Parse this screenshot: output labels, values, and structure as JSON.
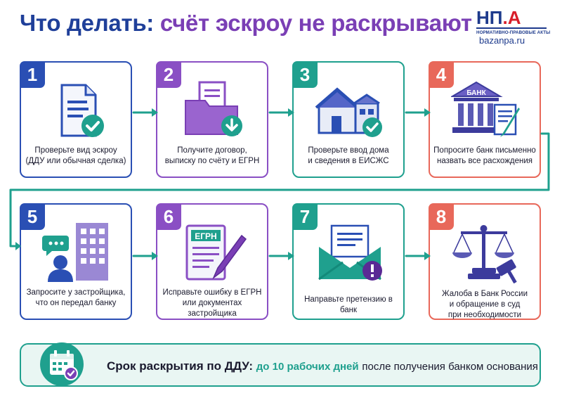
{
  "header": {
    "title_part1": "Что делать:",
    "title_part2": "счёт эскроу не раскрывают"
  },
  "logo": {
    "letters": [
      "Н",
      "П",
      "А"
    ],
    "subtitle": "НОРМАТИВНО-ПРАВОВЫЕ АКТЫ",
    "url": "bazanpa.ru"
  },
  "icon_labels": {
    "bank": "БАНК",
    "egrn": "ЕГРН"
  },
  "steps": [
    {
      "number": "1",
      "line1": "Проверьте вид эскроу",
      "line2": "(ДДУ или обычная сделка)",
      "line3": "",
      "icon": "document-check-icon"
    },
    {
      "number": "2",
      "line1": "Получите договор,",
      "line2": "выписку по счёту и ЕГРН",
      "line3": "",
      "icon": "folder-download-icon"
    },
    {
      "number": "3",
      "line1": "Проверьте ввод дома",
      "line2": "и сведения в ЕИСЖС",
      "line3": "",
      "icon": "house-check-icon"
    },
    {
      "number": "4",
      "line1": "Попросите банк письменно",
      "line2": "назвать все расхождения",
      "line3": "",
      "icon": "bank-document-icon"
    },
    {
      "number": "5",
      "line1": "Запросите у застройщика,",
      "line2": "что он передал банку",
      "line3": "",
      "icon": "developer-chat-icon"
    },
    {
      "number": "6",
      "line1": "Исправьте ошибку в ЕГРН",
      "line2": "или документах застройщика",
      "line3": "",
      "icon": "egrn-edit-icon"
    },
    {
      "number": "7",
      "line1": "Направьте претензию в банк",
      "line2": "",
      "line3": "",
      "icon": "envelope-alert-icon"
    },
    {
      "number": "8",
      "line1": "Жалоба в Банк России",
      "line2": "и обращение в суд",
      "line3": "при необходимости",
      "icon": "scales-gavel-icon"
    }
  ],
  "footer": {
    "label": "Срок раскрытия по ДДУ:",
    "highlight": "до 10 рабочих дней",
    "rest": "после получения банком основания"
  },
  "colors": {
    "blue": "#2a4fb4",
    "purple": "#8a4fc4",
    "teal": "#1fa08e",
    "red": "#e8685a",
    "title_blue": "#1f3f99",
    "title_purple": "#7a3fb5"
  }
}
